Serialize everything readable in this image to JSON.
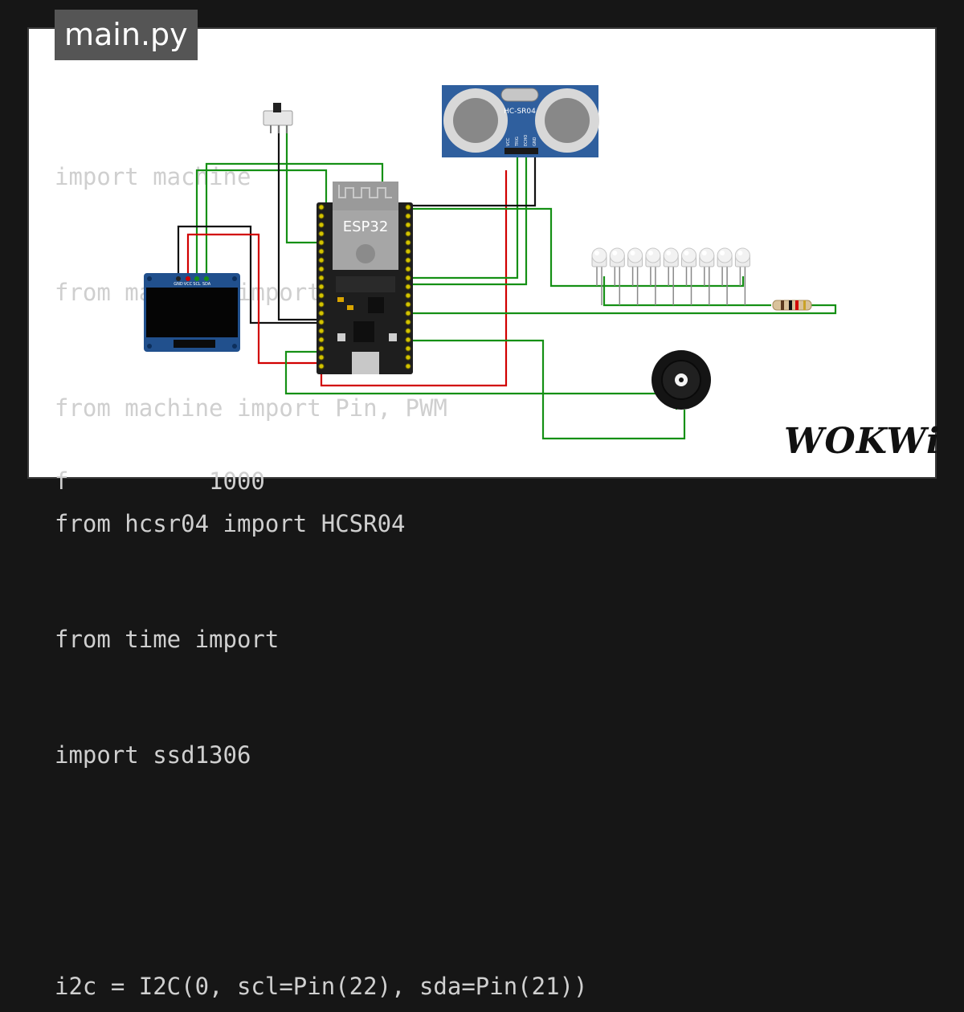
{
  "file_tab": {
    "label": "main.py"
  },
  "code": {
    "lines": [
      "import machine",
      "from machine import Pin,",
      "from machine import Pin, PWM",
      "from hcsr04 import HCSR04",
      "from time import",
      "import ssd1306",
      "",
      "i2c = I2C(0, scl=Pin(22), sda=Pin(21))"
    ],
    "overflow_line": "f          1000"
  },
  "components": {
    "esp32_label": "ESP32",
    "sensor_label": "HC-SR04",
    "sensor_pins": [
      "VCC",
      "TRIG",
      "ECHO",
      "GND"
    ],
    "oled_pins": [
      "GND",
      "VCC",
      "SCL",
      "SDA"
    ],
    "led_count": 9
  },
  "colors": {
    "wire_green": "#159015",
    "wire_red": "#d10000",
    "wire_black": "#111111",
    "board": "#1e1e1e",
    "sensor_blue": "#2f5f9e",
    "oled_blue": "#21508d"
  },
  "brand": {
    "logo": "WOKWi"
  }
}
